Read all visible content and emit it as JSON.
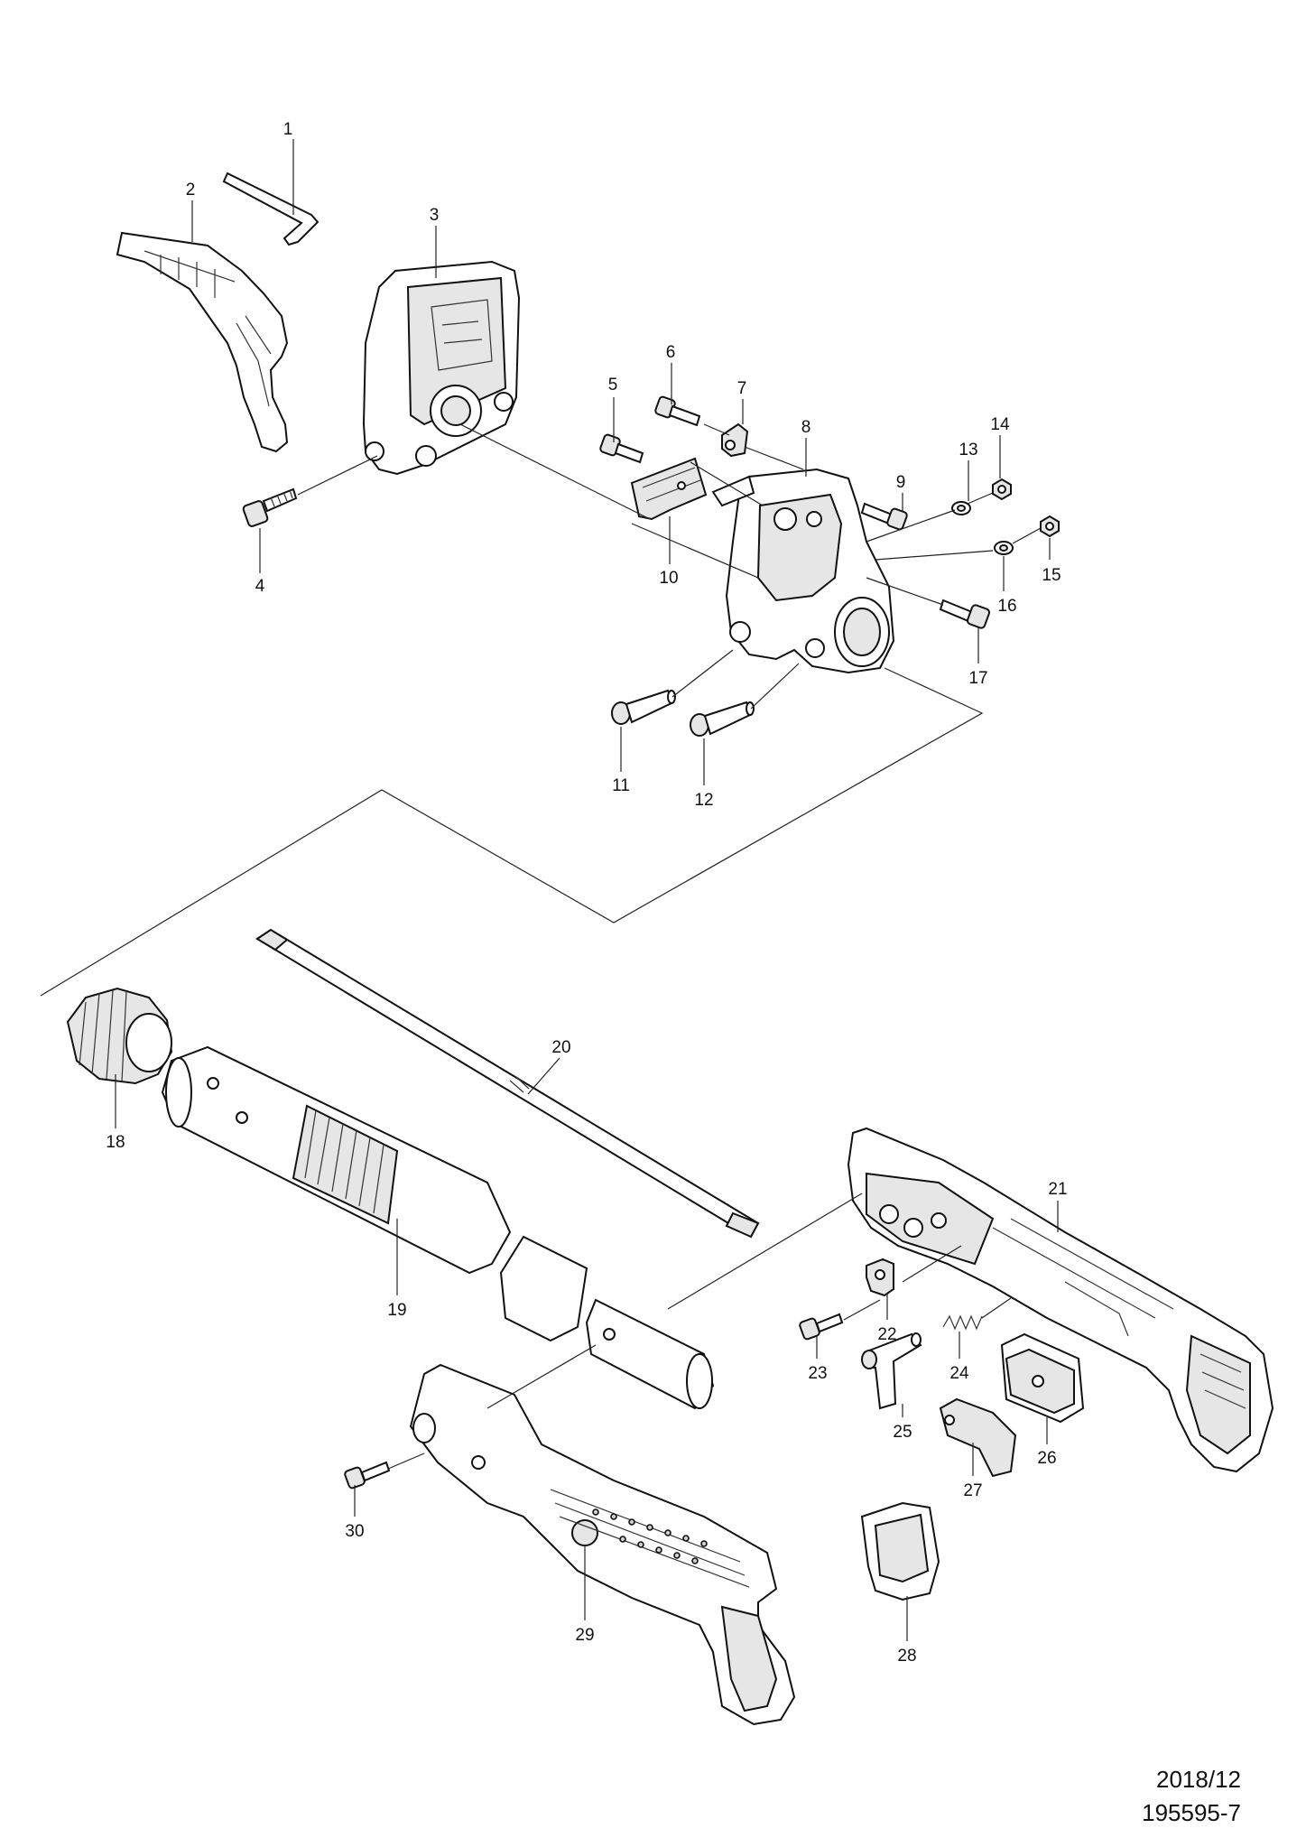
{
  "diagram": {
    "parts": [
      {
        "num": "1"
      },
      {
        "num": "2"
      },
      {
        "num": "3"
      },
      {
        "num": "4"
      },
      {
        "num": "5"
      },
      {
        "num": "6"
      },
      {
        "num": "7"
      },
      {
        "num": "8"
      },
      {
        "num": "9"
      },
      {
        "num": "10"
      },
      {
        "num": "11"
      },
      {
        "num": "12"
      },
      {
        "num": "13"
      },
      {
        "num": "14"
      },
      {
        "num": "15"
      },
      {
        "num": "16"
      },
      {
        "num": "17"
      },
      {
        "num": "18"
      },
      {
        "num": "19"
      },
      {
        "num": "20"
      },
      {
        "num": "21"
      },
      {
        "num": "22"
      },
      {
        "num": "23"
      },
      {
        "num": "24"
      },
      {
        "num": "25"
      },
      {
        "num": "26"
      },
      {
        "num": "27"
      },
      {
        "num": "28"
      },
      {
        "num": "29"
      },
      {
        "num": "30"
      }
    ]
  },
  "footer": {
    "date": "2018/12",
    "doc_number": "195595-7"
  }
}
